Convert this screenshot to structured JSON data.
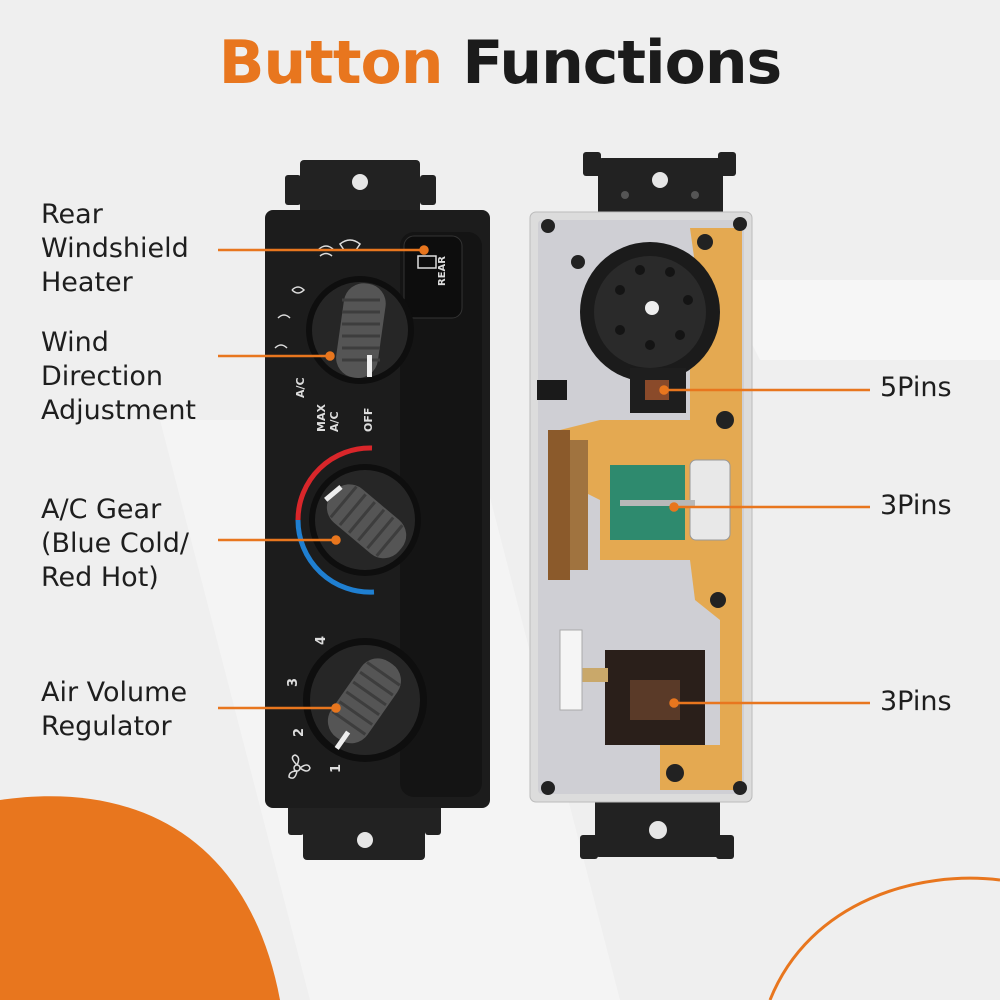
{
  "title": {
    "part1": "Button",
    "part2": "Functions"
  },
  "colors": {
    "accent": "#e8761e",
    "text": "#1e1e1e",
    "background": "#efefef",
    "cold": "#1f7fd1",
    "hot": "#d9262a"
  },
  "left_labels": {
    "rear_heater": [
      "Rear",
      "Windshield",
      "Heater"
    ],
    "wind_direction": [
      "Wind",
      "Direction",
      "Adjustment"
    ],
    "ac_gear": [
      "A/C Gear",
      "(Blue Cold/",
      "Red Hot)"
    ],
    "air_volume": [
      "Air Volume",
      "Regulator"
    ]
  },
  "right_labels": {
    "pins_top": "5Pins",
    "pins_mid": "3Pins",
    "pins_bottom": "3Pins"
  },
  "panel_text": {
    "rear_button": "REAR",
    "ac": "A/C",
    "max_ac": "MAX\nA/C",
    "off": "OFF",
    "fan_speeds": [
      "1",
      "2",
      "3",
      "4"
    ]
  }
}
